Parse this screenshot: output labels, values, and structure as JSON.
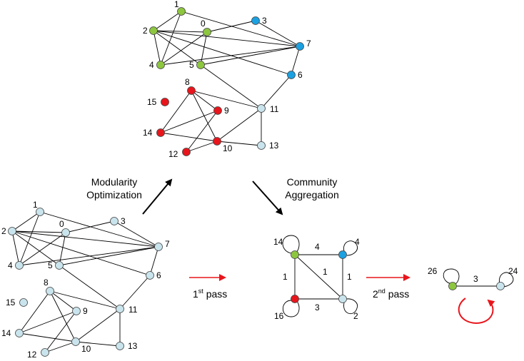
{
  "colors": {
    "green": "#8dc63f",
    "blue": "#1ba1e2",
    "red": "#e8161c",
    "light": "#c9e4ec",
    "arrow_red": "#e8161c"
  },
  "original_graph": {
    "nodes": [
      {
        "id": "0"
      },
      {
        "id": "1"
      },
      {
        "id": "2"
      },
      {
        "id": "3"
      },
      {
        "id": "4"
      },
      {
        "id": "5"
      },
      {
        "id": "6"
      },
      {
        "id": "7"
      },
      {
        "id": "8"
      },
      {
        "id": "9"
      },
      {
        "id": "10"
      },
      {
        "id": "11"
      },
      {
        "id": "12"
      },
      {
        "id": "13"
      },
      {
        "id": "14"
      },
      {
        "id": "15"
      }
    ],
    "edges": [
      [
        "1",
        "2"
      ],
      [
        "1",
        "4"
      ],
      [
        "1",
        "7"
      ],
      [
        "2",
        "0"
      ],
      [
        "2",
        "4"
      ],
      [
        "2",
        "5"
      ],
      [
        "2",
        "7"
      ],
      [
        "2",
        "6"
      ],
      [
        "0",
        "4"
      ],
      [
        "0",
        "5"
      ],
      [
        "0",
        "3"
      ],
      [
        "3",
        "7"
      ],
      [
        "4",
        "7"
      ],
      [
        "5",
        "7"
      ],
      [
        "7",
        "6"
      ],
      [
        "6",
        "11"
      ],
      [
        "5",
        "11"
      ],
      [
        "8",
        "11"
      ],
      [
        "8",
        "14"
      ],
      [
        "8",
        "10"
      ],
      [
        "8",
        "9"
      ],
      [
        "9",
        "12"
      ],
      [
        "9",
        "14"
      ],
      [
        "14",
        "10"
      ],
      [
        "10",
        "12"
      ],
      [
        "10",
        "11"
      ],
      [
        "10",
        "13"
      ],
      [
        "11",
        "13"
      ]
    ]
  },
  "communities": {
    "green": [
      "0",
      "1",
      "2",
      "4",
      "5"
    ],
    "blue": [
      "3",
      "6",
      "7"
    ],
    "red": [
      "8",
      "9",
      "10",
      "12",
      "14",
      "15"
    ],
    "light": [
      "11",
      "13"
    ]
  },
  "arrow_labels": {
    "modularity": [
      "Modularity",
      "Optimization"
    ],
    "aggregation": [
      "Community",
      "Aggregation"
    ]
  },
  "passes": {
    "first": {
      "base": "1",
      "sup": "st",
      "rest": " pass"
    },
    "second": {
      "base": "2",
      "sup": "nd",
      "rest": " pass"
    }
  },
  "aggregated_1": {
    "self_loops": {
      "green": "14",
      "blue": "4",
      "red": "16",
      "light": "2"
    },
    "edges": {
      "green_blue": "4",
      "green_red": "1",
      "green_light": "1",
      "blue_light": "1",
      "red_light": "3"
    }
  },
  "aggregated_2": {
    "self_loops": {
      "left": "26",
      "right": "24"
    },
    "edge": "3"
  }
}
